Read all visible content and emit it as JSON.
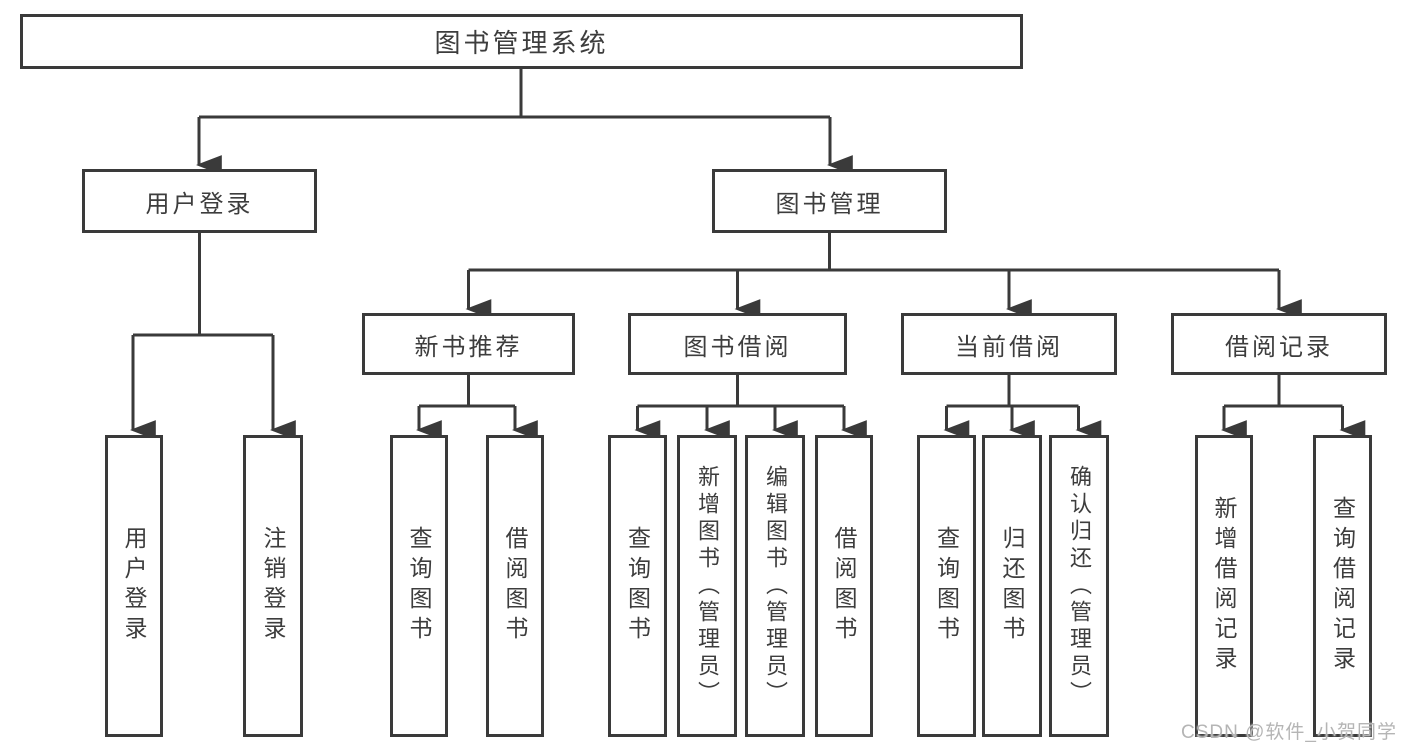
{
  "tree": {
    "root": {
      "label": "图书管理系统"
    },
    "children": [
      {
        "label": "用户登录",
        "children": [
          {
            "label": "用户登录"
          },
          {
            "label": "注销登录"
          }
        ]
      },
      {
        "label": "图书管理",
        "children": [
          {
            "label": "新书推荐",
            "children": [
              {
                "label": "查询图书"
              },
              {
                "label": "借阅图书"
              }
            ]
          },
          {
            "label": "图书借阅",
            "children": [
              {
                "label": "查询图书"
              },
              {
                "label": "新增图书（管理员）"
              },
              {
                "label": "编辑图书（管理员）"
              },
              {
                "label": "借阅图书"
              }
            ]
          },
          {
            "label": "当前借阅",
            "children": [
              {
                "label": "查询图书"
              },
              {
                "label": "归还图书"
              },
              {
                "label": "确认归还（管理员）"
              }
            ]
          },
          {
            "label": "借阅记录",
            "children": [
              {
                "label": "新增借阅记录"
              },
              {
                "label": "查询借阅记录"
              }
            ]
          }
        ]
      }
    ]
  },
  "watermark": {
    "text": "CSDN @软件_小贺同学"
  },
  "colors": {
    "line": "#3a3a3a",
    "box_border": "#3a3a3a",
    "text": "#3d3d3d",
    "watermark": "#b5b5b5",
    "background": "#ffffff"
  }
}
